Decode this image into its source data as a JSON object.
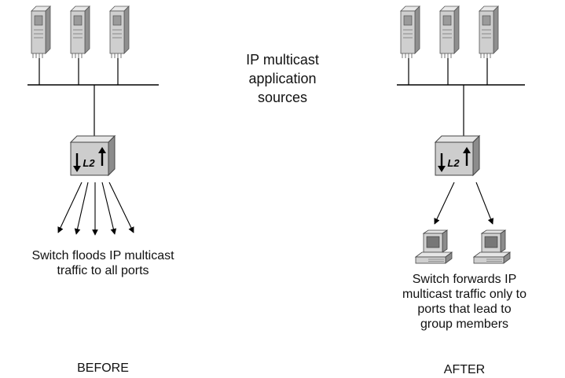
{
  "center": {
    "title_lines": [
      "IP multicast",
      "application",
      "sources"
    ]
  },
  "before": {
    "caption_lines": [
      "Switch floods IP multicast",
      "traffic to all ports"
    ],
    "label": "BEFORE",
    "switch_label": "L2"
  },
  "after": {
    "caption_lines": [
      "Switch forwards IP",
      "multicast traffic only to",
      "ports that lead to",
      "group members"
    ],
    "label": "AFTER",
    "switch_label": "L2"
  },
  "colors": {
    "device_light": "#d9d9d9",
    "device_mid": "#bdbdbd",
    "device_dark": "#8a8a8a",
    "line": "#000000"
  },
  "icons": [
    "server-icon",
    "switch-icon",
    "workstation-icon",
    "arrow-icon"
  ]
}
